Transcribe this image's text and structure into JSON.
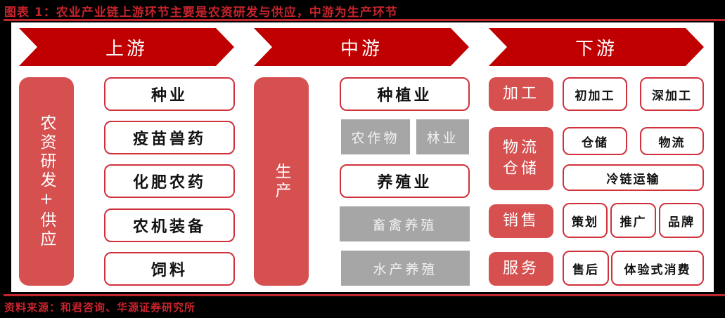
{
  "figure": {
    "title": "图表 1：农业产业链上游环节主要是农资研发与供应，中游为生产环节",
    "source": "资料来源：和君咨询、华源证券研究所"
  },
  "colors": {
    "banner_red": "#c00000",
    "label_red": "#d65050",
    "border_red": "#d0313b",
    "gray_box": "#a6a6a6",
    "title_red": "#c8232c"
  },
  "stages": {
    "upstream": {
      "header": "上游",
      "category": "农资研发+供应",
      "items": [
        "种业",
        "疫苗兽药",
        "化肥农药",
        "农机装备",
        "饲料"
      ]
    },
    "midstream": {
      "header": "中游",
      "category": "生产",
      "planting": {
        "label": "种植业",
        "subs": [
          "农作物",
          "林业"
        ]
      },
      "breeding": {
        "label": "养殖业",
        "subs": [
          "畜禽养殖",
          "水产养殖"
        ]
      }
    },
    "downstream": {
      "header": "下游",
      "groups": [
        {
          "label": "加工",
          "items": [
            "初加工",
            "深加工"
          ]
        },
        {
          "label_line1": "物流",
          "label_line2": "仓储",
          "items": [
            "仓储",
            "物流",
            "冷链运输"
          ]
        },
        {
          "label": "销售",
          "items": [
            "策划",
            "推广",
            "品牌"
          ]
        },
        {
          "label": "服务",
          "items": [
            "售后",
            "体验式消费"
          ]
        }
      ]
    }
  }
}
